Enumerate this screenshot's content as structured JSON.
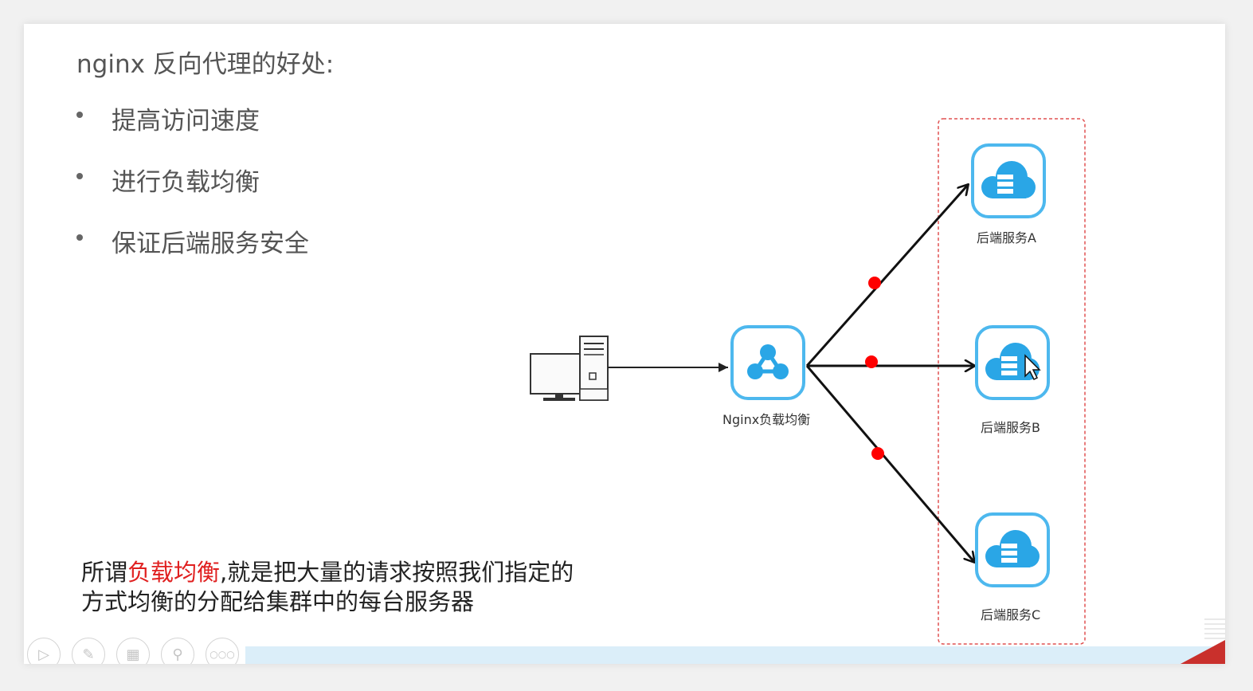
{
  "slide": {
    "title": "nginx 反向代理的好处:",
    "bullets": [
      "提高访问速度",
      "进行负载均衡",
      "保证后端服务安全"
    ],
    "note": {
      "prefix": "所谓",
      "highlight": "负载均衡",
      "suffix": ",就是把大量的请求按照我们指定的方式均衡的分配给集群中的每台服务器"
    }
  },
  "diagram": {
    "load_balancer_label": "Nginx负载均衡",
    "servers": [
      "后端服务A",
      "后端服务B",
      "后端服务C"
    ]
  },
  "colors": {
    "accent_red": "#e02020",
    "icon_blue": "#2aa6e6",
    "icon_border": "#4db8ee",
    "dashed_box": "#e05050"
  },
  "toolbar": {
    "icons": [
      "play-icon",
      "pen-icon",
      "layout-icon",
      "zoom-icon",
      "more-icon"
    ]
  }
}
